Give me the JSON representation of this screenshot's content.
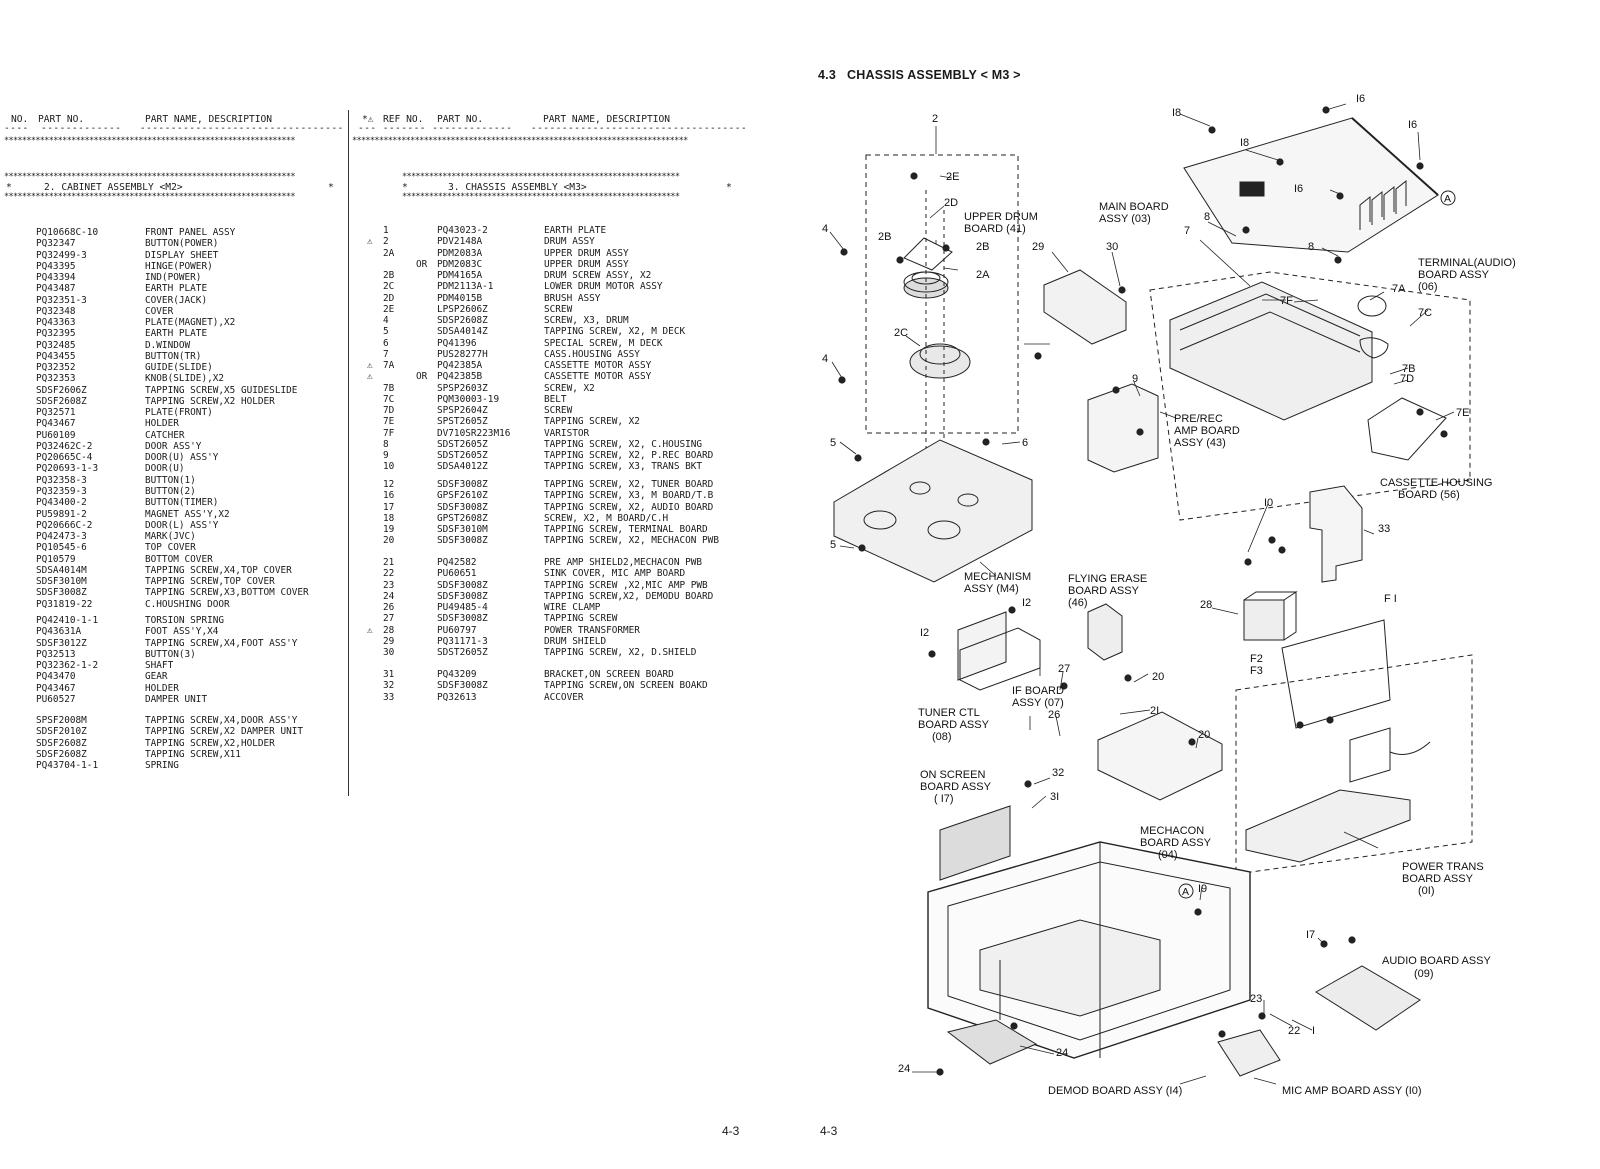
{
  "cabinet": {
    "col_no": "NO.",
    "col_part": "PART NO.",
    "col_name": "PART NAME, DESCRIPTION",
    "title": "2. CABINET ASSEMBLY <M2>",
    "groups": [
      [
        [
          "PQ10668C-10",
          "FRONT PANEL ASSY"
        ],
        [
          "PQ32347",
          "BUTTON(POWER)"
        ],
        [
          "PQ32499-3",
          "DISPLAY SHEET"
        ],
        [
          "PQ43395",
          "HINGE(POWER)"
        ],
        [
          "PQ43394",
          "IND(POWER)"
        ],
        [
          "PQ43487",
          "EARTH PLATE"
        ],
        [
          "PQ32351-3",
          "COVER(JACK)"
        ],
        [
          "PQ32348",
          "COVER"
        ],
        [
          "PQ43363",
          "PLATE(MAGNET),X2"
        ],
        [
          "PQ32395",
          "EARTH PLATE"
        ],
        [
          "PQ32485",
          "D.WINDOW"
        ],
        [
          "PQ43455",
          "BUTTON(TR)"
        ],
        [
          "PQ32352",
          "GUIDE(SLIDE)"
        ],
        [
          "PQ32353",
          "KNOB(SLIDE),X2"
        ],
        [
          "SDSF2606Z",
          "TAPPING SCREW,X5 GUIDESLIDE"
        ],
        [
          "SDSF2608Z",
          "TAPPING SCREW,X2 HOLDER"
        ],
        [
          "PQ32571",
          "PLATE(FRONT)"
        ],
        [
          "PQ43467",
          "HOLDER"
        ],
        [
          "PU60109",
          "CATCHER"
        ],
        [
          "PQ32462C-2",
          "DOOR ASS'Y"
        ],
        [
          "PQ20665C-4",
          "DOOR(U) ASS'Y"
        ],
        [
          "PQ20693-1-3",
          "DOOR(U)"
        ],
        [
          "PQ32358-3",
          "BUTTON(1)"
        ],
        [
          "PQ32359-3",
          "BUTTON(2)"
        ],
        [
          "PQ43400-2",
          "BUTTON(TIMER)"
        ],
        [
          "PU59891-2",
          "MAGNET ASS'Y,X2"
        ],
        [
          "PQ20666C-2",
          "DOOR(L) ASS'Y"
        ],
        [
          "PQ42473-3",
          "MARK(JVC)"
        ],
        [
          "PQ10545-6",
          "TOP COVER"
        ],
        [
          "PQ10579",
          "BOTTOM COVER"
        ],
        [
          "SDSA4014M",
          "TAPPING SCREW,X4,TOP COVER"
        ],
        [
          "SDSF3010M",
          "TAPPING SCREW,TOP COVER"
        ],
        [
          "SDSF3008Z",
          "TAPPING SCREW,X3,BOTTOM COVER"
        ],
        [
          "PQ31819-22",
          "C.HOUSHING DOOR"
        ]
      ],
      [
        [
          "PQ42410-1-1",
          "TORSION SPRING"
        ],
        [
          "PQ43631A",
          "FOOT ASS'Y,X4"
        ],
        [
          "SDSF3012Z",
          "TAPPING SCREW,X4,FOOT ASS'Y"
        ],
        [
          "PQ32513",
          "BUTTON(3)"
        ],
        [
          "PQ32362-1-2",
          "SHAFT"
        ],
        [
          "PQ43470",
          "GEAR"
        ],
        [
          "PQ43467",
          "HOLDER"
        ],
        [
          "PU60527",
          "DAMPER UNIT"
        ]
      ],
      [
        [
          "SPSF2008M",
          "TAPPING SCREW,X4,DOOR ASS'Y"
        ],
        [
          "SDSF2010Z",
          "TAPPING SCREW,X2 DAMPER UNIT"
        ],
        [
          "SDSF2608Z",
          "TAPPING SCREW,X2,HOLDER"
        ],
        [
          "SDSF2608Z",
          "TAPPING SCREW,X11"
        ],
        [
          "PQ43704-1-1",
          "SPRING"
        ]
      ]
    ]
  },
  "chassis": {
    "col_mark": "*⚠",
    "col_ref": "REF NO.",
    "col_part": "PART NO.",
    "col_name": "PART NAME, DESCRIPTION",
    "title": "3. CHASSIS ASSEMBLY <M3>",
    "groups": [
      [
        [
          "",
          "1",
          "",
          "PQ43023-2",
          "EARTH PLATE"
        ],
        [
          "⚠",
          "2",
          "",
          "PDV2148A",
          "DRUM ASSY"
        ],
        [
          "",
          "2A",
          "",
          "PDM2083A",
          "UPPER DRUM ASSY"
        ],
        [
          "",
          "",
          "OR",
          "PDM2083C",
          "UPPER DRUM ASSY"
        ],
        [
          "",
          "2B",
          "",
          "PDM4165A",
          "DRUM SCREW ASSY, X2"
        ],
        [
          "",
          "2C",
          "",
          "PDM2113A-1",
          "LOWER DRUM MOTOR ASSY"
        ],
        [
          "",
          "2D",
          "",
          "PDM4015B",
          "BRUSH ASSY"
        ],
        [
          "",
          "2E",
          "",
          "LPSP2606Z",
          "SCREW"
        ],
        [
          "",
          "4",
          "",
          "SDSP2608Z",
          "SCREW, X3, DRUM"
        ],
        [
          "",
          "5",
          "",
          "SDSA4014Z",
          "TAPPING SCREW, X2, M DECK"
        ],
        [
          "",
          "6",
          "",
          "PQ41396",
          "SPECIAL SCREW, M DECK"
        ],
        [
          "",
          "7",
          "",
          "PUS28277H",
          "CASS.HOUSING ASSY"
        ],
        [
          "⚠",
          "7A",
          "",
          "PQ42385A",
          "CASSETTE MOTOR ASSY"
        ],
        [
          "⚠",
          "",
          "OR",
          "PQ42385B",
          "CASSETTE MOTOR ASSY"
        ],
        [
          "",
          "7B",
          "",
          "SPSP2603Z",
          "SCREW, X2"
        ],
        [
          "",
          "7C",
          "",
          "PQM30003-19",
          "BELT"
        ],
        [
          "",
          "7D",
          "",
          "SPSP2604Z",
          "SCREW"
        ],
        [
          "",
          "7E",
          "",
          "SPST2605Z",
          "TAPPING SCREW, X2"
        ],
        [
          "",
          "7F",
          "",
          "DV710SR223M16",
          "VARISTOR"
        ],
        [
          "",
          "8",
          "",
          "SDST2605Z",
          "TAPPING SCREW, X2, C.HOUSING"
        ],
        [
          "",
          "9",
          "",
          "SDST2605Z",
          "TAPPING SCREW, X2, P.REC BOARD"
        ],
        [
          "",
          "10",
          "",
          "SDSA4012Z",
          "TAPPING SCREW, X3, TRANS BKT"
        ]
      ],
      [
        [
          "",
          "12",
          "",
          "SDSF3008Z",
          "TAPPING SCREW, X2, TUNER BOARD"
        ],
        [
          "",
          "16",
          "",
          "GPSF2610Z",
          "TAPPING SCREW, X3, M BOARD/T.B"
        ],
        [
          "",
          "17",
          "",
          "SDSF3008Z",
          "TAPPING SCREW, X2, AUDIO BOARD"
        ],
        [
          "",
          "18",
          "",
          "GPST2608Z",
          "SCREW, X2, M BOARD/C.H"
        ],
        [
          "",
          "19",
          "",
          "SDSF3010M",
          "TAPPING SCREW, TERMINAL BOARD"
        ],
        [
          "",
          "20",
          "",
          "SDSF3008Z",
          "TAPPING SCREW, X2, MECHACON PWB"
        ]
      ],
      [
        [
          "",
          "21",
          "",
          "PQ42582",
          "PRE AMP SHIELD2,MECHACON PWB"
        ],
        [
          "",
          "22",
          "",
          "PU60651",
          "SINK COVER, MIC AMP BOARD"
        ],
        [
          "",
          "23",
          "",
          "SDSF3008Z",
          "TAPPING SCREW ,X2,MIC AMP PWB"
        ],
        [
          "",
          "24",
          "",
          "SDSF3008Z",
          "TAPPING SCREW,X2, DEMODU BOARD"
        ],
        [
          "",
          "26",
          "",
          "PU49485-4",
          "WIRE CLAMP"
        ],
        [
          "",
          "27",
          "",
          "SDSF3008Z",
          "TAPPING SCREW"
        ],
        [
          "⚠",
          "28",
          "",
          "PU60797",
          "POWER TRANSFORMER"
        ],
        [
          "",
          "29",
          "",
          "PQ31171-3",
          "DRUM SHIELD"
        ],
        [
          "",
          "30",
          "",
          "SDST2605Z",
          "TAPPING SCREW, X2, D.SHIELD"
        ]
      ],
      [
        [
          "",
          "31",
          "",
          "PQ43209",
          "BRACKET,ON SCREEN BOARD"
        ],
        [
          "",
          "32",
          "",
          "SDSF3008Z",
          "TAPPING SCREW,ON SCREEN BOAKD"
        ],
        [
          "",
          "33",
          "",
          "PQ32613",
          "ACCOVER"
        ]
      ]
    ]
  },
  "diagram": {
    "section": "4.3",
    "title": "CHASSIS ASSEMBLY",
    "title_code": "< M3 >",
    "labels": {
      "main_board_1": "MAIN BOARD",
      "main_board_2": "ASSY (03)",
      "upper_drum_1": "UPPER DRUM",
      "upper_drum_2": "BOARD (41)",
      "terminal_1": "TERMINAL(AUDIO)",
      "terminal_2": "BOARD ASSY",
      "terminal_3": "(06)",
      "prerec_1": "PRE/REC",
      "prerec_2": "AMP BOARD",
      "prerec_3": "ASSY (43)",
      "cassette_1": "CASSETTE HOUSING",
      "cassette_2": "BOARD (56)",
      "mechanism_1": "MECHANISM",
      "mechanism_2": "ASSY (M4)",
      "flying_1": "FLYING ERASE",
      "flying_2": "BOARD ASSY",
      "flying_3": "(46)",
      "tuner_1": "TUNER CTL",
      "tuner_2": "BOARD ASSY",
      "tuner_3": "(08)",
      "ifb_1": "IF BOARD",
      "ifb_2": "ASSY (07)",
      "onscreen_1": "ON SCREEN",
      "onscreen_2": "BOARD ASSY",
      "onscreen_3": "( I7)",
      "mechacon_1": "MECHACON",
      "mechacon_2": "BOARD ASSY",
      "mechacon_3": "(04)",
      "powertrans_1": "POWER TRANS",
      "powertrans_2": "BOARD ASSY",
      "powertrans_3": "(0I)",
      "audio_1": "AUDIO BOARD ASSY",
      "audio_2": "(09)",
      "demod": "DEMOD BOARD ASSY (I4)",
      "micamp": "MIC AMP BOARD ASSY (I0)",
      "circle_a": "A",
      "f1": "F I",
      "f2": "F2",
      "f3": "F3"
    },
    "callouts": [
      "I6",
      "I8",
      "I6",
      "I8",
      "I6",
      "2",
      "2E",
      "2D",
      "2B",
      "2B",
      "2A",
      "2C",
      "4",
      "4",
      "29",
      "30",
      "8",
      "8",
      "7",
      "7F",
      "7A",
      "7C",
      "7B",
      "7D",
      "7E",
      "9",
      "5",
      "5",
      "6",
      "I0",
      "33",
      "28",
      "I2",
      "I2",
      "27",
      "20",
      "20",
      "2I",
      "26",
      "32",
      "3I",
      "I9",
      "I7",
      "23",
      "22",
      "I",
      "24",
      "24"
    ]
  },
  "pages": {
    "left": "4-3",
    "right": "4-3"
  }
}
